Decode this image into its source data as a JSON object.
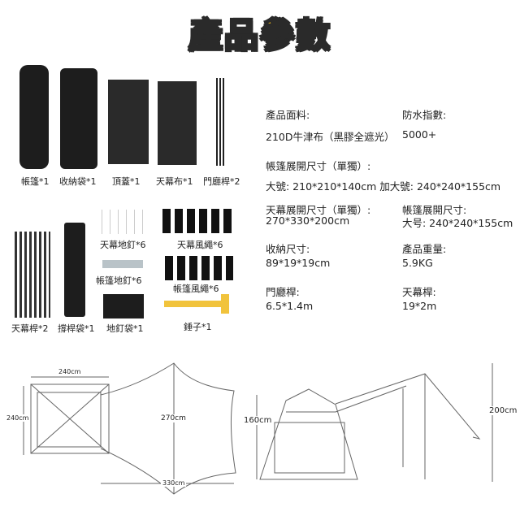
{
  "title": "產品參數",
  "accessories": {
    "row1": [
      "帳篷*1",
      "收納袋*1",
      "頂蓋*1",
      "天幕布*1",
      "門廳桿*2"
    ],
    "row2": {
      "canopy_stakes": "天幕地釘*6",
      "canopy_ropes": "天幕風繩*6",
      "tent_stakes": "帳篷地釘*6",
      "tent_ropes": "帳篷風繩*6",
      "canopy_poles": "天幕桿*2",
      "pole_bag": "撐桿袋*1",
      "stake_bag": "地釘袋*1",
      "hammer": "錘子*1"
    }
  },
  "specs": {
    "fabric_label": "產品面料:",
    "fabric_value": "210D牛津布（黑膠全遮光）",
    "waterproof_label": "防水指數:",
    "waterproof_value": "5000+",
    "tent_size_label": "帳篷展開尺寸（單獨）:",
    "tent_size_value": "大號: 210*210*140cm  加大號: 240*240*155cm",
    "canopy_size_label": "天幕展開尺寸（單獨）:",
    "canopy_size_value": "270*330*200cm",
    "tent_size2_label": "帳篷展開尺寸:",
    "tent_size2_value": "大号: 240*240*155cm",
    "packed_label": "收納尺寸:",
    "packed_value": "89*19*19cm",
    "weight_label": "產品重量:",
    "weight_value": "5.9KG",
    "porch_pole_label": "門廳桿:",
    "porch_pole_value": "6.5*1.4m",
    "canopy_pole_label": "天幕桿:",
    "canopy_pole_value": "19*2m"
  },
  "diagram": {
    "top_width": "240cm",
    "top_depth": "240cm",
    "canopy_width": "270cm",
    "total_length": "330cm",
    "tent_height": "160cm",
    "canopy_height": "200cm"
  }
}
